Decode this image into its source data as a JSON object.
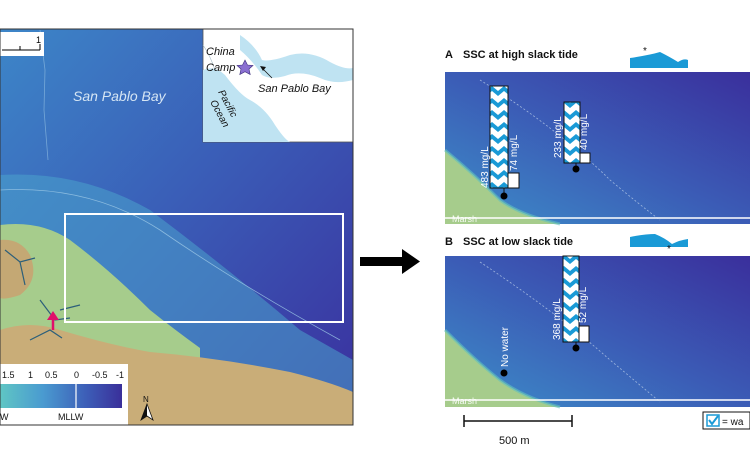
{
  "left_map": {
    "bay_label": "San Pablo Bay",
    "scalebar": {
      "tick_end": "1"
    },
    "inset": {
      "site_label_1": "China",
      "site_label_2": "Camp",
      "bay_label": "San Pablo Bay",
      "ocean_label_1": "Pacific",
      "ocean_label_2": "Ocean"
    },
    "legend": {
      "ticks": [
        "1.5",
        "1",
        "0.5",
        "0",
        "-0.5",
        "-1"
      ],
      "left_label": "W",
      "mid_label": "MLLW"
    },
    "north_label": "N"
  },
  "panel_a": {
    "letter": "A",
    "title": "SSC at high slack tide",
    "value_tall_left": "483 mg/L",
    "value_short_left": "74 mg/L",
    "value_tall_right": "233 mg/L",
    "value_short_right": "40 mg/L",
    "marsh_label": "Marsh"
  },
  "panel_b": {
    "letter": "B",
    "title": "SSC at low slack tide",
    "no_water_label": "No water",
    "value_tall": "368 mg/L",
    "value_short": "52 mg/L",
    "marsh_label": "Marsh"
  },
  "scalebar_right": {
    "label": "500 m"
  },
  "legend_right": {
    "label": "= wa"
  },
  "colors": {
    "deep_water": "#3a2f9a",
    "shallow_water": "#3c7fc4",
    "marsh_green": "#a6cc8c",
    "upland_tan": "#c9ad78",
    "bar_blue": "#1a9ad6",
    "arrow_pink": "#e0106a"
  }
}
